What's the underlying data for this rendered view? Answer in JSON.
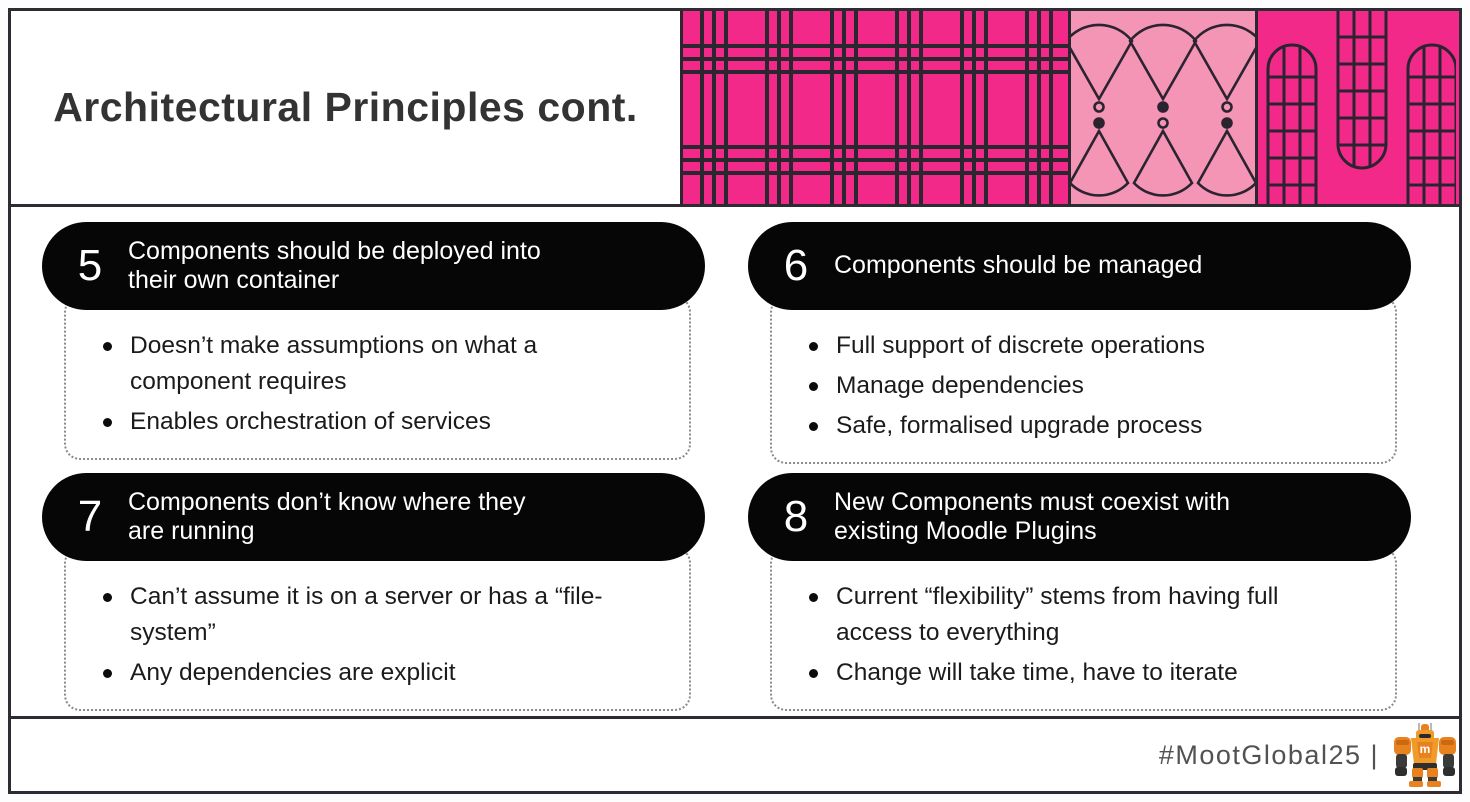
{
  "slide": {
    "title": "Architectural Principles cont.",
    "principles": [
      {
        "number": "5",
        "title": "Components should be deployed into their own container",
        "bullets": [
          "Doesn’t make assumptions on what a component requires",
          "Enables orchestration of services"
        ]
      },
      {
        "number": "6",
        "title": "Components should be managed",
        "bullets": [
          "Full support of discrete operations",
          "Manage dependencies",
          "Safe, formalised upgrade process"
        ]
      },
      {
        "number": "7",
        "title": "Components don’t know where they are running",
        "bullets": [
          "Can’t assume it is on a server or has a “file-system”",
          "Any dependencies are explicit"
        ]
      },
      {
        "number": "8",
        "title": "New Components must coexist with existing Moodle Plugins",
        "bullets": [
          "Current “flexibility” stems from having full access to everything",
          "Change will take time, have to iterate"
        ]
      }
    ],
    "footer": {
      "hashtag": "#MootGlobal25  |"
    },
    "decor": {
      "icons": [
        "plaid-pattern",
        "hourglass-pattern",
        "arch-pattern",
        "robot-mascot-icon"
      ]
    },
    "colors": {
      "hot_pink": "#F3298A",
      "light_pink": "#F495B6",
      "pattern_stroke": "#2B2630",
      "frame_border": "#2E2B33",
      "pill_black": "#060606",
      "body_text": "#1B1B1B",
      "title_text": "#333333",
      "footer_text": "#525252",
      "robot_orange": "#E8821E"
    }
  }
}
